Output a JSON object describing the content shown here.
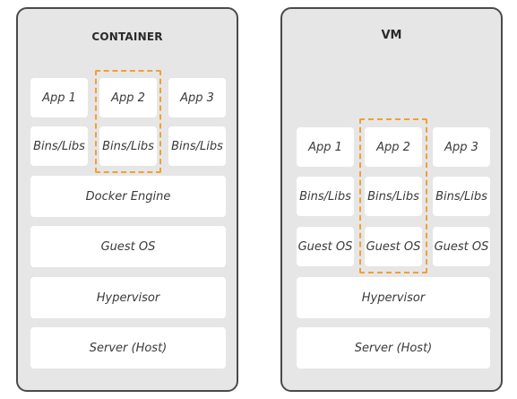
{
  "container": {
    "title": "CONTAINER",
    "apps": [
      "App 1",
      "App 2",
      "App 3"
    ],
    "bins": [
      "Bins/Libs",
      "Bins/Libs",
      "Bins/Libs"
    ],
    "docker_engine": "Docker Engine",
    "guest_os": "Guest OS",
    "hypervisor": "Hypervisor",
    "server": "Server (Host)"
  },
  "vm": {
    "title": "VM",
    "apps": [
      "App 1",
      "App 2",
      "App 3"
    ],
    "bins": [
      "Bins/Libs",
      "Bins/Libs",
      "Bins/Libs"
    ],
    "guest_os": [
      "Guest OS",
      "Guest OS",
      "Guest OS"
    ],
    "hypervisor": "Hypervisor",
    "server": "Server (Host)"
  },
  "colors": {
    "panel_background": "#e6e6e6",
    "panel_border": "#4a4a4a",
    "box_background": "#ffffff",
    "highlight_dashed": "#f0a033"
  }
}
